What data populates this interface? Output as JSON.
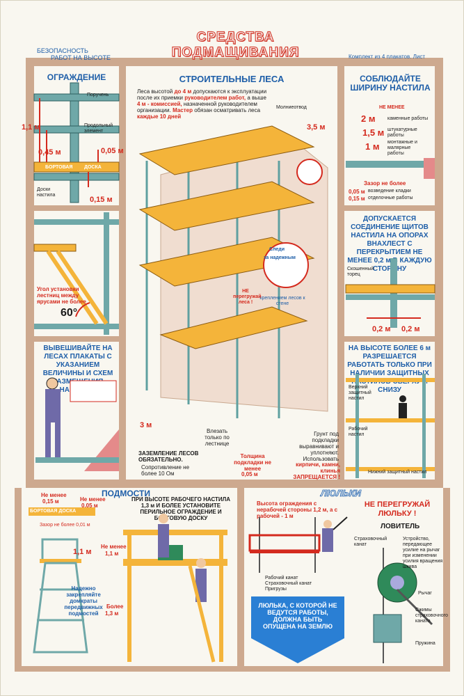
{
  "header": {
    "title": "СРЕДСТВА ПОДМАЩИВАНИЯ",
    "series_line1": "БЕЗОПАСНОСТЬ",
    "series_line2": "РАБОТ НА ВЫСОТЕ",
    "kit": "Комплект из 4 плакатов. Лист"
  },
  "ograzhdenie": {
    "title": "ОГРАЖДЕНИЕ",
    "poruchen": "Поручень",
    "prodolny": "Продольный элемент",
    "bort_1": "БОРТОВАЯ",
    "bort_2": "ДОСКА",
    "doski": "Доски настила",
    "d_11": "1,1 м",
    "d_045": "0,45 м",
    "d_005": "0,05 м",
    "d_015": "0,15 м"
  },
  "ladder": {
    "angle_text": "Угол установки лестниц между ярусами не более",
    "angle": "60°"
  },
  "plakaty": {
    "title": "ВЫВЕШИВАЙТЕ НА ЛЕСАХ ПЛАКАТЫ С УКАЗАНИЕМ ВЕЛИЧИНЫ И СХЕМ РАЗМЕЩЕНИЯ НАГРУЗОК"
  },
  "lesa": {
    "title": "СТРОИТЕЛЬНЫЕ ЛЕСА",
    "text_1": "Леса высотой",
    "text_2": "до 4 м",
    "text_3": "допускаются к эксплуатации после их приемки",
    "text_4": "руководителем работ,",
    "text_5": "а выше",
    "text_6": "4 м - комиссией,",
    "text_7": "назначенной руководителем организации.",
    "text_8": "Мастер",
    "text_9": "обязан осматривать леса",
    "text_10": "каждые 10 дней",
    "lightning": "Молниеотвод",
    "h_35": "3,5 м",
    "watch_1": "Следи",
    "watch_2": "за надежным",
    "watch_3": "креплением лесов к стене",
    "no_overload": "НЕ перегружай леса !",
    "h_3": "3 м",
    "climb": "Влезать только по лестнице",
    "ground_1": "ЗАЗЕМЛЕНИЕ ЛЕСОВ ОБЯЗАТЕЛЬНО.",
    "ground_2": "Сопротивление не более 10 Ом",
    "pad_1": "Толщина подкладки не менее",
    "pad_2": "0,05 м",
    "soil_1": "Грунт под подкладки выравнивают и уплотняют. Использовать",
    "soil_2": "кирпичи, камни, клинья ЗАПРЕЩАЕТСЯ !"
  },
  "shirina": {
    "title": "СОБЛЮДАЙТЕ ШИРИНУ НАСТИЛА",
    "min": "НЕ МЕНЕЕ",
    "w2": "2 м",
    "w2_t": "каменные работы",
    "w15": "1,5 м",
    "w15_t": "штукатурные работы",
    "w1": "1 м",
    "w1_t": "монтажные и малярные работы",
    "gap": "Зазор не более",
    "g1": "0,05 м",
    "g1_t": "возведение кладки",
    "g2": "0,15 м",
    "g2_t": "отделочные работы"
  },
  "nahlest": {
    "title": "ДОПУСКАЕТСЯ СОЕДИНЕНИЕ ЩИТОВ НАСТИЛА НА ОПОРАХ ВНАХЛЕСТ С ПЕРЕКРЫТИЕМ НЕ МЕНЕЕ 0,2 м В КАЖДУЮ СТОРОНУ",
    "torets": "Скошенный торец",
    "d1": "0,2 м",
    "d2": "0,2 м"
  },
  "zashita": {
    "title": "НА ВЫСОТЕ БОЛЕЕ 6 м РАЗРЕШАЕТСЯ РАБОТАТЬ ТОЛЬКО ПРИ НАЛИЧИИ ЗАЩИТНЫХ НАСТИЛОВ СВЕРХУ И СНИЗУ",
    "top": "Верхний защитный настил",
    "work": "Рабочий настил",
    "bottom": "Нижний защитный настил"
  },
  "podmosti": {
    "title": "ПОДМОСТИ",
    "nm015_1": "Не менее",
    "nm015_2": "0,15 м",
    "nm005_1": "Не менее",
    "nm005_2": "0,05 м",
    "bort": "БОРТОВАЯ ДОСКА",
    "gap": "Зазор не более 0,01 м",
    "d_11": "1,1 м",
    "jacks": "Надежно закрепляйте домкраты передвижных подмостей",
    "note": "ПРИ ВЫСОТЕ РАБОЧЕГО НАСТИЛА 1,3 м И БОЛЕЕ УСТАНОВИТЕ ПЕРИЛЬНОЕ ОГРАЖДЕНИЕ И БОРТОВУЮ ДОСКУ",
    "nm11_1": "Не менее",
    "nm11_2": "1,1 м",
    "b13_1": "Более",
    "b13_2": "1,3 м"
  },
  "lyulki": {
    "title": "ЛЮЛЬКИ",
    "height": "Высота ограждения с нерабочей стороны 1,2 м, а с рабочей - 1 м",
    "rab_kanat": "Рабочий канат",
    "str_kanat": "Страховочный канат",
    "prigruzy": "Пригрузы",
    "arrow": "ЛЮЛЬКА, С КОТОРОЙ НЕ ВЕДУТСЯ РАБОТЫ, ДОЛЖНА БЫТЬ ОПУЩЕНА НА ЗЕМЛЮ",
    "no_overload": "НЕ ПЕРЕГРУЖАЙ ЛЮЛЬКУ !",
    "catcher": "ЛОВИТЕЛЬ",
    "c_str": "Страховочный канат",
    "c_dev": "Устройство, передающее усилие на рычаг при изменении усилия вращения шкива",
    "c_lever": "Рычаг",
    "c_jaws": "Сжимы страховочного каната",
    "c_spring": "Пружина"
  },
  "colors": {
    "frame": "#cda98f",
    "blue": "#1e5ea8",
    "red": "#d42a1e",
    "plank": "#f4b43a",
    "pipe": "#6fa8a8"
  }
}
